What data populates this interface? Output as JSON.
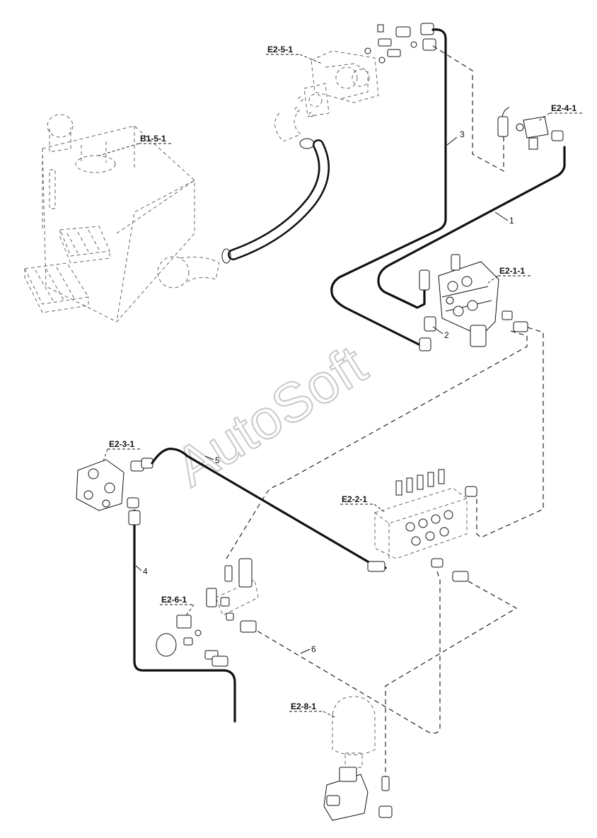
{
  "watermark": "AutoSoft",
  "components": [
    {
      "id": "c_e251",
      "label": "E2-5-1"
    },
    {
      "id": "c_b151",
      "label": "B1-5-1"
    },
    {
      "id": "c_e241",
      "label": "E2-4-1"
    },
    {
      "id": "c_e211",
      "label": "E2-1-1"
    },
    {
      "id": "c_e231",
      "label": "E2-3-1"
    },
    {
      "id": "c_e221",
      "label": "E2-2-1"
    },
    {
      "id": "c_e261",
      "label": "E2-6-1"
    },
    {
      "id": "c_e281",
      "label": "E2-8-1"
    }
  ],
  "lines": [
    {
      "id": "l1",
      "label": "1"
    },
    {
      "id": "l2",
      "label": "2"
    },
    {
      "id": "l3",
      "label": "3"
    },
    {
      "id": "l4",
      "label": "4"
    },
    {
      "id": "l5",
      "label": "5"
    },
    {
      "id": "l6",
      "label": "6"
    }
  ]
}
